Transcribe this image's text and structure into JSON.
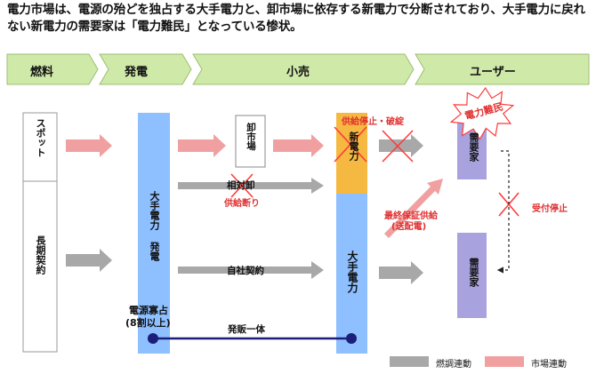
{
  "title": "電力市場は、電源の殆どを独占する大手電力と、卸市場に依存する新電力で分断されており、大手電力に戻れない新電力の需要家は「電力難民」となっている惨状。",
  "stages": [
    "燃料",
    "発電",
    "小売",
    "ユーザー"
  ],
  "fuel": {
    "spot": "スポット",
    "long_term": "長期契約"
  },
  "generation_label": "大手電力 発電",
  "wholesale_market": "卸市場",
  "relative_trade": "相対卸",
  "supply_refusal": "供給断り",
  "self_contract": "自社契約",
  "supply_stop": "供給停止・破綻",
  "new_power": "新電力",
  "major_power": "大手電力",
  "power_refugee": "電力難民",
  "last_resort": "最終保証供給",
  "last_resort_sub": "(送配電)",
  "supply_cutoff": "受付停止",
  "customer": "需要家",
  "source_monopoly": "電源寡占",
  "source_monopoly_sub": "(8割以上)",
  "integrated": "発販一体",
  "legend": {
    "fuel_linked": "燃調連動",
    "market_linked": "市場連動"
  },
  "colors": {
    "stage_fill": "#cfe9a9",
    "gen_blue": "#8ebfff",
    "orange": "#f5b840",
    "purple": "#a8a2de",
    "gray_arrow": "#a8a8a8",
    "pink_arrow": "#f0a0a0",
    "red": "#ff3b3b",
    "navy": "#1b1f7a"
  }
}
